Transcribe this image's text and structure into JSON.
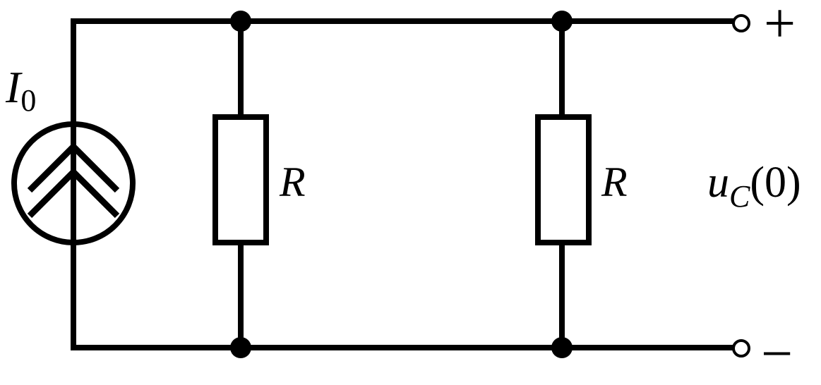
{
  "source": {
    "symbol": "I",
    "subscript": "0"
  },
  "resistor_1": {
    "label": "R"
  },
  "resistor_2": {
    "label": "R"
  },
  "output": {
    "plus_sign": "+",
    "minus_sign": "−",
    "voltage_symbol": "u",
    "voltage_subscript": "C",
    "voltage_argument": "(0)"
  },
  "colors": {
    "ink": "#000000",
    "background": "#ffffff"
  }
}
